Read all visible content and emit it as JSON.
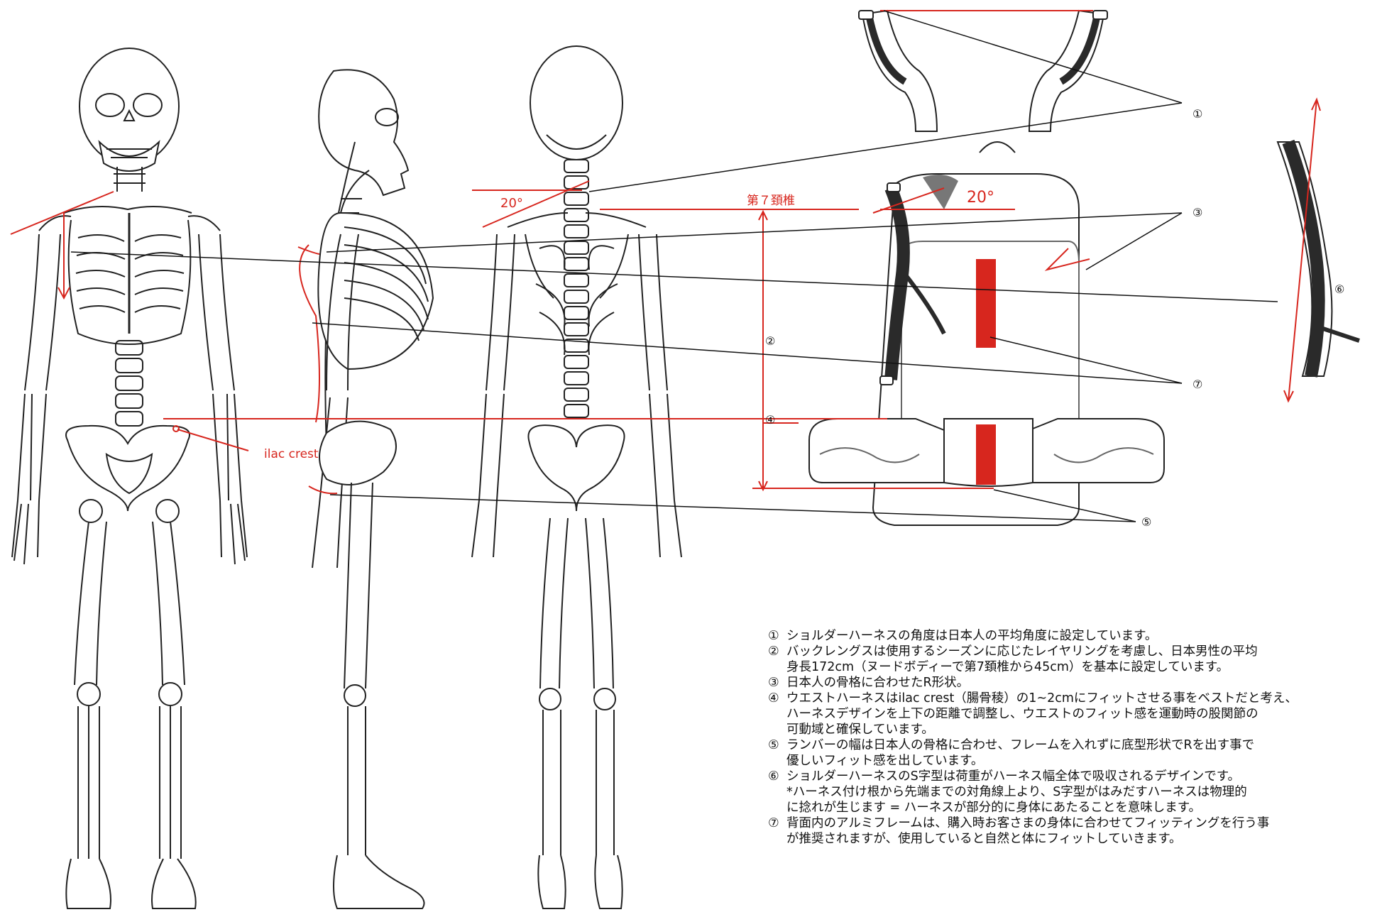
{
  "labels": {
    "angle_left": "20°",
    "angle_right": "20°",
    "c7": "第７頚椎",
    "ilac": "ilac crest",
    "m1": "①",
    "m2": "②",
    "m3": "③",
    "m4": "④",
    "m5": "⑤",
    "m6": "⑥",
    "m7": "⑦"
  },
  "notes": [
    {
      "num": "①",
      "lines": [
        "ショルダーハーネスの角度は日本人の平均角度に設定しています。"
      ]
    },
    {
      "num": "②",
      "lines": [
        "バックレングスは使用するシーズンに応じたレイヤリングを考慮し、日本男性の平均",
        "身長172cm（ヌードボディーで第7頚椎から45cm）を基本に設定しています。"
      ]
    },
    {
      "num": "③",
      "lines": [
        "日本人の骨格に合わせたR形状。"
      ]
    },
    {
      "num": "④",
      "lines": [
        "ウエストハーネスはilac crest（腸骨稜）の1~2cmにフィットさせる事をベストだと考え、",
        "ハーネスデザインを上下の距離で調整し、ウエストのフィット感を運動時の股関節の",
        "可動域と確保しています。"
      ]
    },
    {
      "num": "⑤",
      "lines": [
        "ランバーの幅は日本人の骨格に合わせ、フレームを入れずに底型形状でRを出す事で",
        "優しいフィット感を出しています。"
      ]
    },
    {
      "num": "⑥",
      "lines": [
        "ショルダーハーネスのS字型は荷重がハーネス幅全体で吸収されるデザインです。",
        "*ハーネス付け根から先端までの対角線上より、S字型がはみだすハーネスは物理的",
        "に捻れが生じます = ハーネスが部分的に身体にあたることを意味します。"
      ]
    },
    {
      "num": "⑦",
      "lines": [
        "背面内のアルミフレームは、購入時お客さまの身体に合わせてフィッティングを行う事",
        "が推奨されますが、使用していると自然と体にフィットしていきます。"
      ]
    }
  ],
  "colors": {
    "accent": "#d7261e",
    "line": "#111111",
    "strap": "#2a2a2a"
  }
}
